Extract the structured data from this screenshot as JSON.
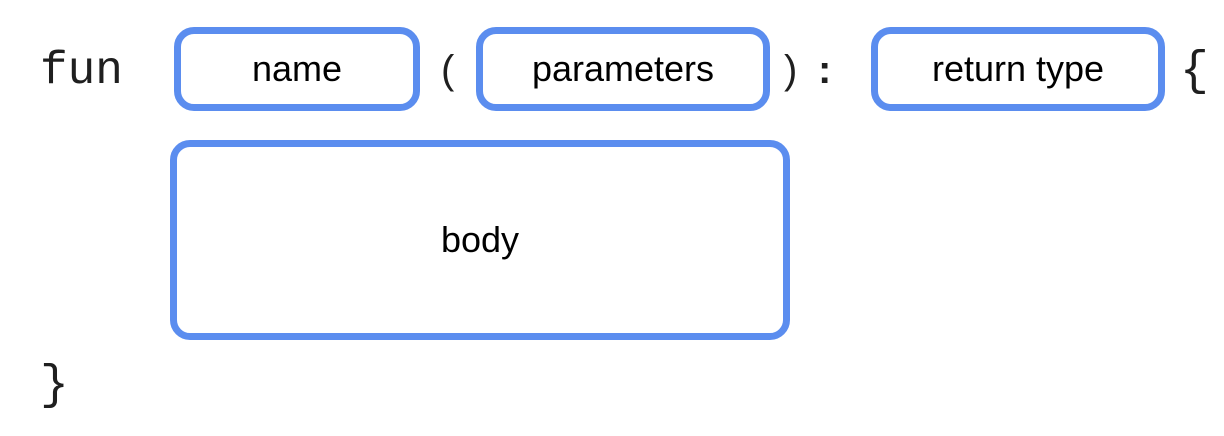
{
  "code": {
    "keyword": "fun",
    "open_paren": "(",
    "close_paren": ")",
    "colon": ":",
    "open_brace": "{",
    "close_brace": "}"
  },
  "boxes": {
    "name": "name",
    "parameters": "parameters",
    "return_type": "return type",
    "body": "body"
  },
  "colors": {
    "box_border": "#5b8def",
    "text": "#000000"
  }
}
